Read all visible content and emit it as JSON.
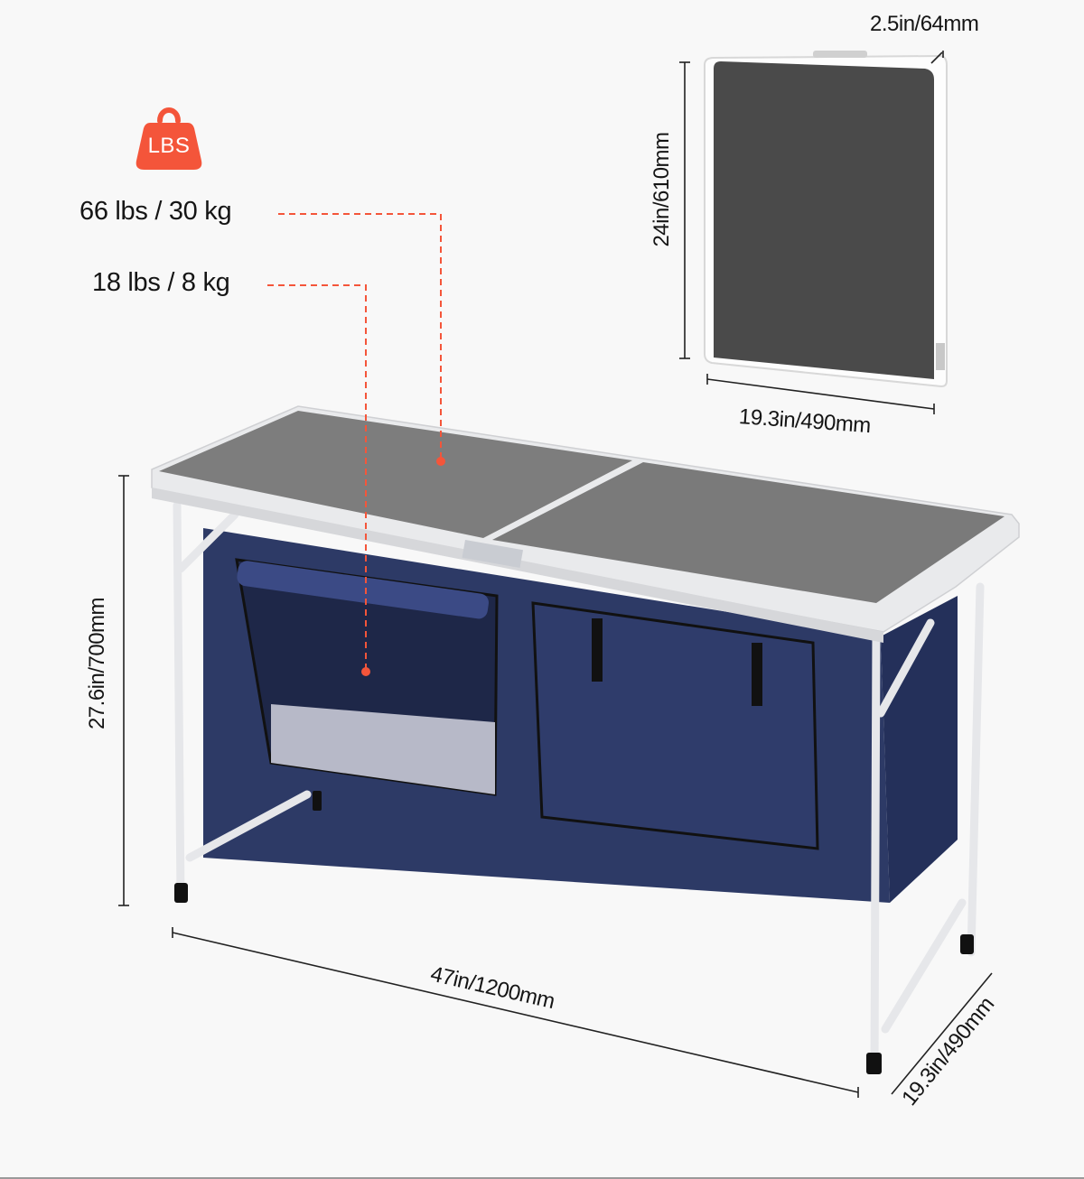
{
  "weight_icon": {
    "text": "LBS",
    "color": "#f4553a"
  },
  "specs": {
    "load_capacity": "66 lbs / 30 kg",
    "net_weight": "18 lbs / 8 kg"
  },
  "folded": {
    "thickness": "2.5in/64mm",
    "height": "24in/610mm",
    "width": "19.3in/490mm"
  },
  "unfolded": {
    "height": "27.6in/700mm",
    "length": "47in/1200mm",
    "depth": "19.3in/490mm"
  },
  "colors": {
    "background": "#f8f8f8",
    "accent": "#f4553a",
    "tabletop": "#7d7d7d",
    "folded_panel": "#4a4a4a",
    "frame": "#e9eaec",
    "fabric": "#2d3a66",
    "fabric_dark": "#1e2748"
  }
}
